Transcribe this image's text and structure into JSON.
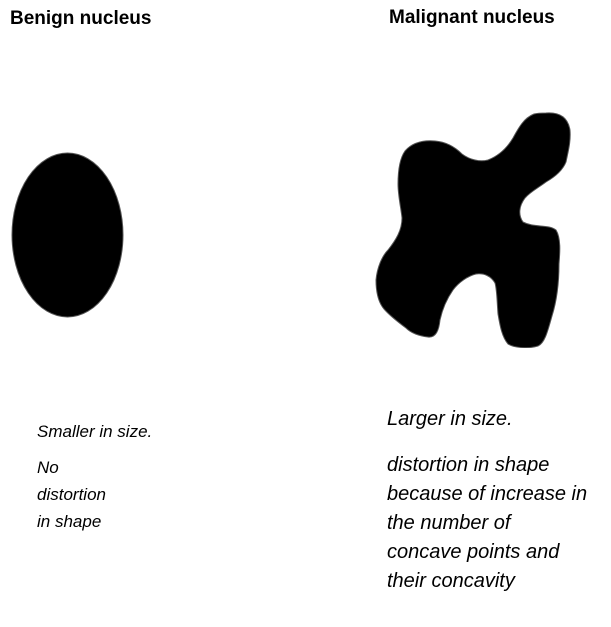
{
  "benign": {
    "title": "Benign nucleus",
    "size_text": "Smaller in size.",
    "shape_lines": [
      "No",
      "distortion",
      "in shape"
    ]
  },
  "malignant": {
    "title": "Malignant nucleus",
    "size_text": "Larger in size.",
    "shape_lines": [
      "distortion in shape",
      "because of increase in",
      "the number of",
      "concave points and",
      "their concavity"
    ]
  },
  "colors": {
    "background": "#ffffff",
    "nucleus_fill": "#000000",
    "text": "#000000"
  }
}
